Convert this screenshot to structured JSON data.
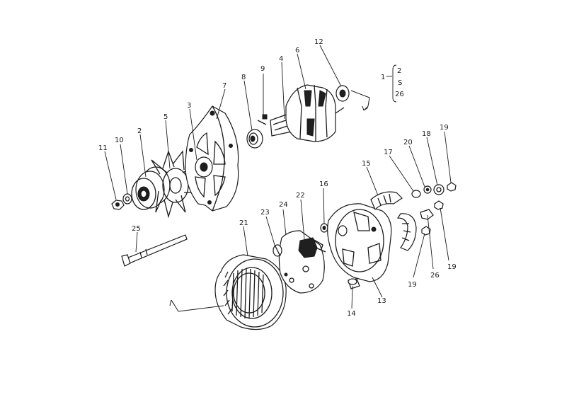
{
  "diagram": {
    "callouts": [
      {
        "id": "c11",
        "text": "11"
      },
      {
        "id": "c10",
        "text": "10"
      },
      {
        "id": "c2",
        "text": "2"
      },
      {
        "id": "c5",
        "text": "5"
      },
      {
        "id": "c3",
        "text": "3"
      },
      {
        "id": "c7",
        "text": "7"
      },
      {
        "id": "c8",
        "text": "8"
      },
      {
        "id": "c9",
        "text": "9"
      },
      {
        "id": "c4",
        "text": "4"
      },
      {
        "id": "c6",
        "text": "6"
      },
      {
        "id": "c12",
        "text": "12"
      },
      {
        "id": "c25",
        "text": "25"
      },
      {
        "id": "c21",
        "text": "21"
      },
      {
        "id": "c23",
        "text": "23"
      },
      {
        "id": "c24",
        "text": "24"
      },
      {
        "id": "c22",
        "text": "22"
      },
      {
        "id": "c16",
        "text": "16"
      },
      {
        "id": "c15",
        "text": "15"
      },
      {
        "id": "c17",
        "text": "17"
      },
      {
        "id": "c20",
        "text": "20"
      },
      {
        "id": "c18",
        "text": "18"
      },
      {
        "id": "c19a",
        "text": "19"
      },
      {
        "id": "c19b",
        "text": "19"
      },
      {
        "id": "c19c",
        "text": "19"
      },
      {
        "id": "c26",
        "text": "26"
      },
      {
        "id": "c13",
        "text": "13"
      },
      {
        "id": "c14",
        "text": "14"
      }
    ],
    "bracket": {
      "prefix": "1",
      "items": [
        "2",
        "S",
        "26"
      ]
    }
  }
}
